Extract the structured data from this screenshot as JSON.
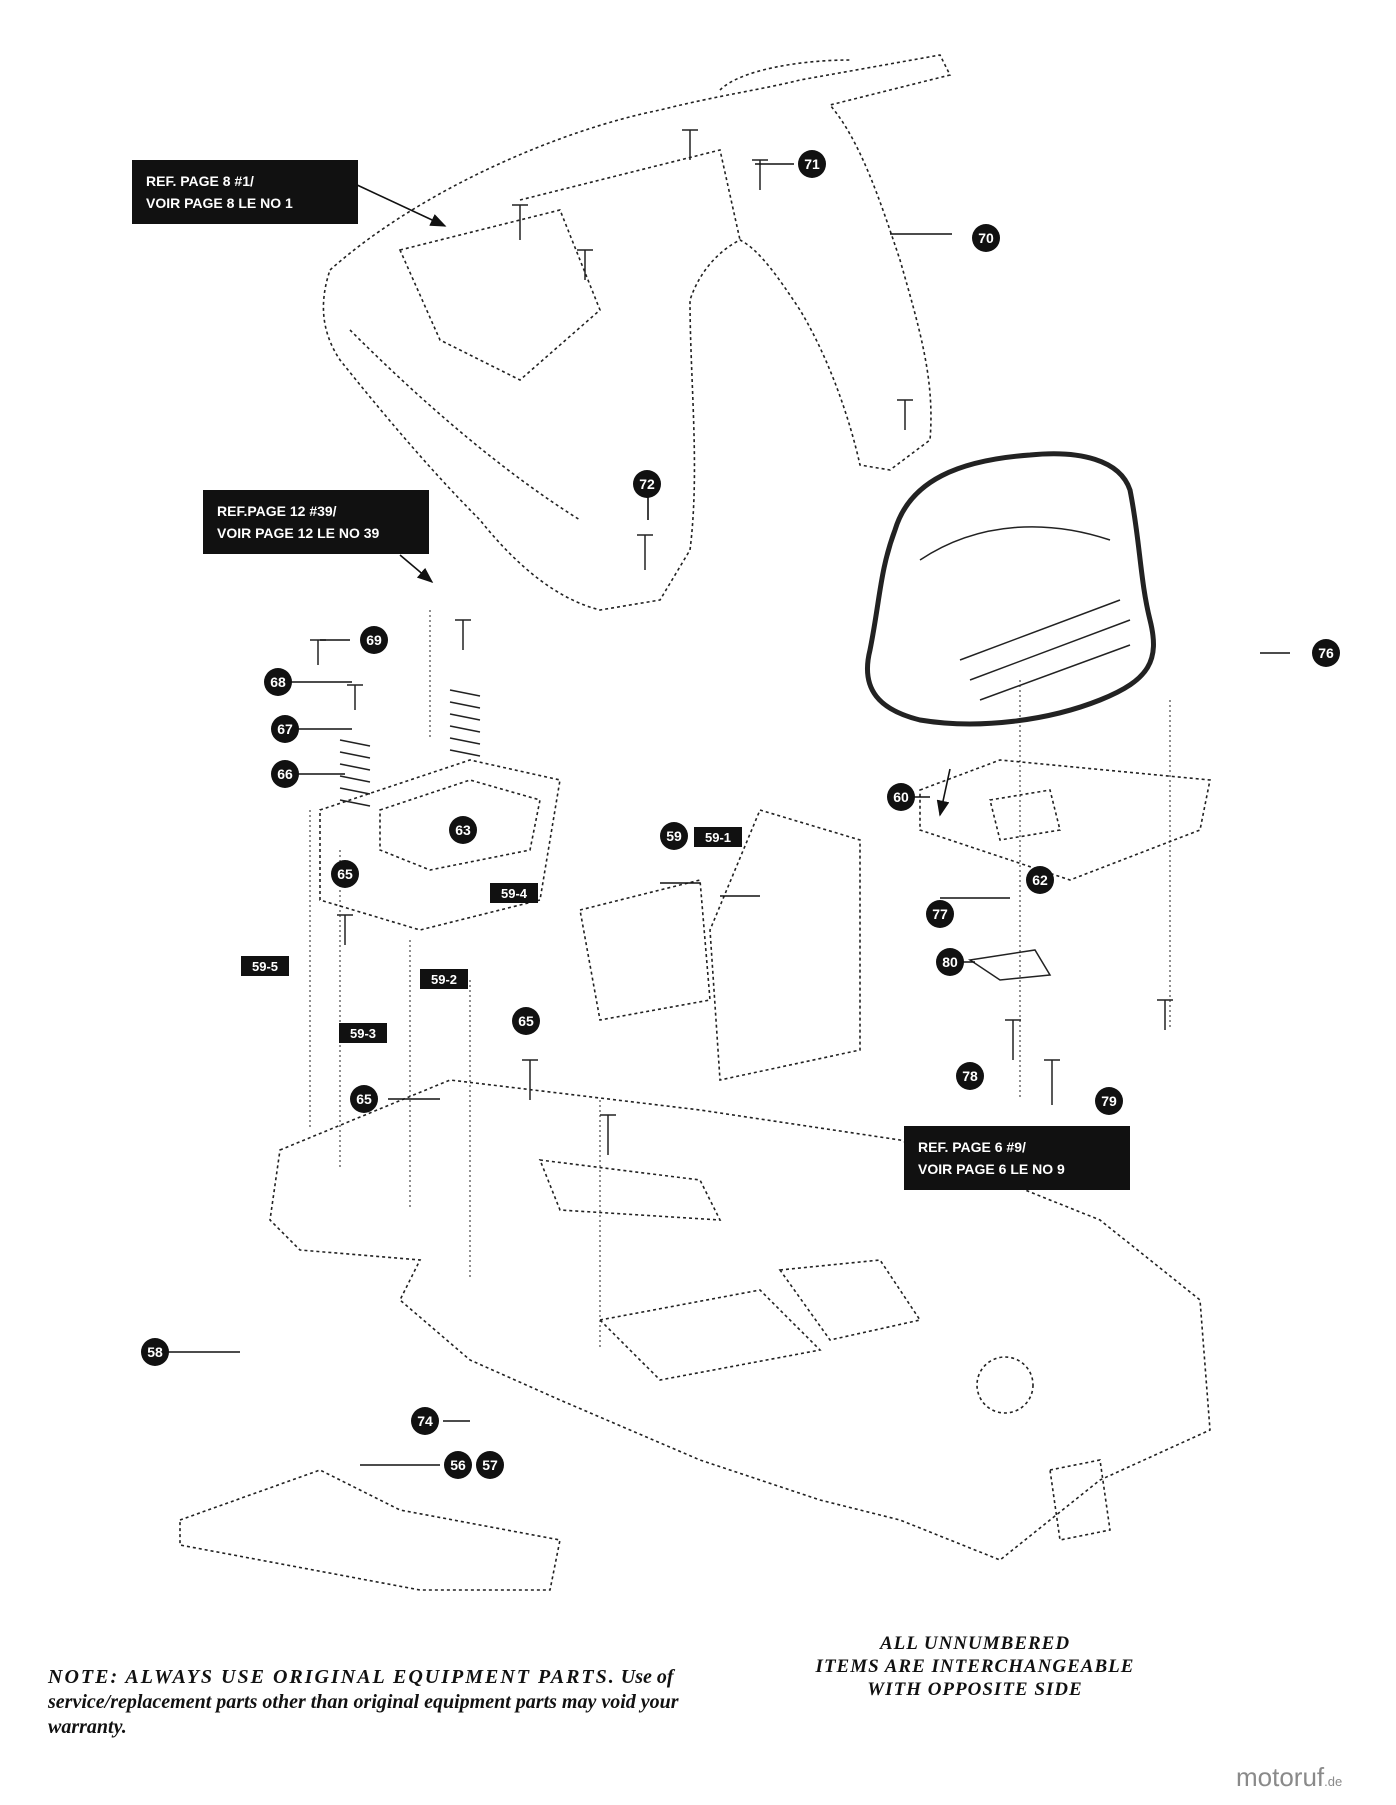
{
  "refs": [
    {
      "line1": "REF. PAGE 8 #1/",
      "line2": "VOIR PAGE 8 LE NO 1"
    },
    {
      "line1": "REF.PAGE 12 #39/",
      "line2": "VOIR PAGE 12 LE NO 39"
    },
    {
      "line1": "REF. PAGE 6 #9/",
      "line2": "VOIR PAGE 6 LE NO 9"
    }
  ],
  "callouts": [
    "71",
    "70",
    "72",
    "69",
    "68",
    "67",
    "66",
    "63",
    "65",
    "59",
    "62",
    "76",
    "60",
    "77",
    "80",
    "65",
    "65",
    "78",
    "79",
    "58",
    "74",
    "56",
    "57"
  ],
  "tags": [
    "59-1",
    "59-4",
    "59-5",
    "59-2",
    "59-3"
  ],
  "notes": {
    "left_caps": "NOTE: ALWAYS USE ORIGINAL EQUIPMENT PARTS.",
    "left_text": "Use of service/replacement parts other than original equipment parts may void your warranty.",
    "right_line1": "ALL UNNUMBERED",
    "right_line2": "ITEMS ARE INTERCHANGEABLE",
    "right_line3": "WITH OPPOSITE SIDE"
  },
  "brand": {
    "name": "motoruf",
    "tld": ".de"
  }
}
